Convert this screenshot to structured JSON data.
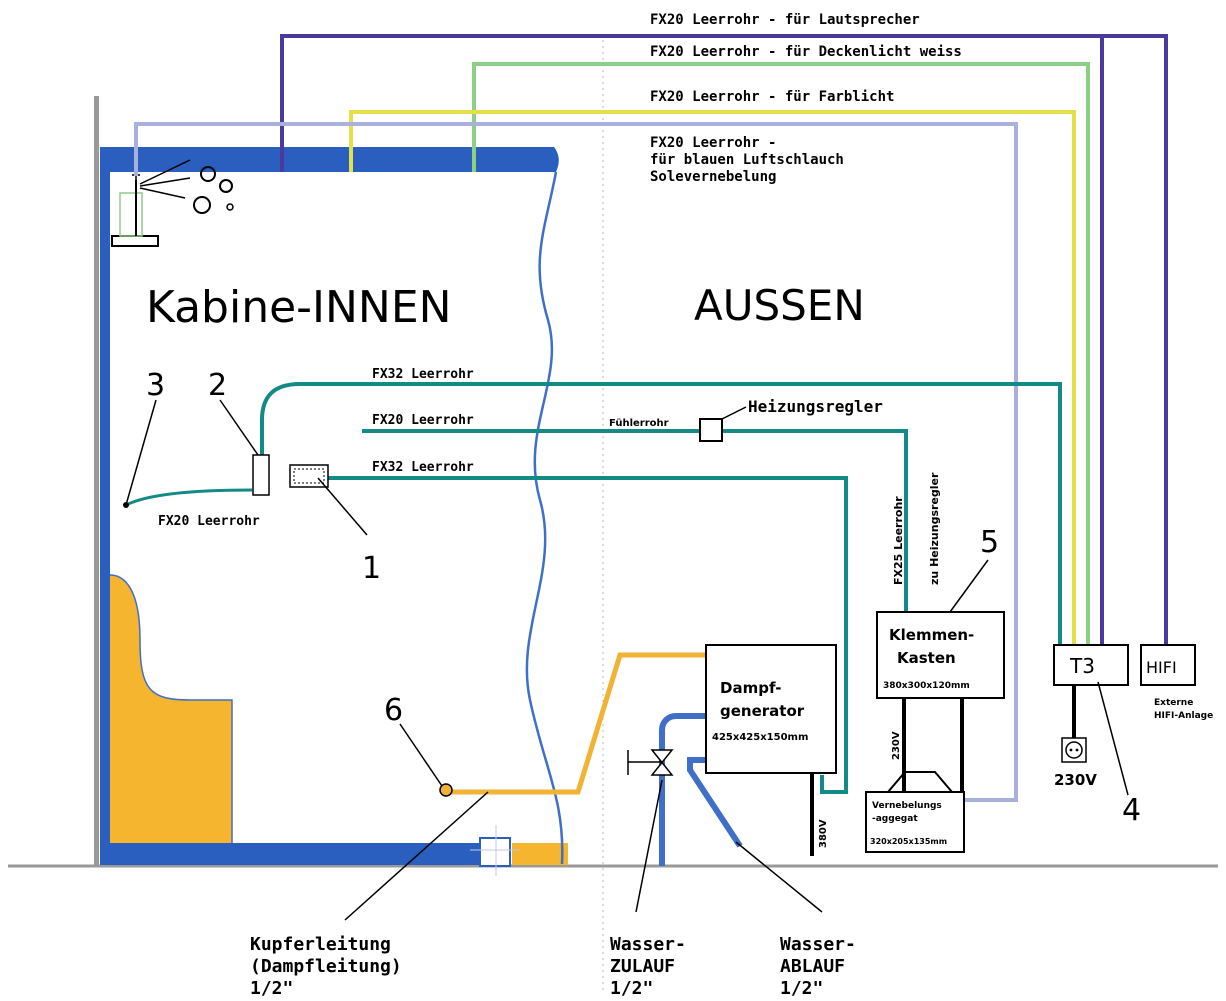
{
  "colors": {
    "wall_blue": "#2a5fbf",
    "pipe_blue": "#3f6fc8",
    "teal": "#148a86",
    "speaker_purple": "#4a3aa0",
    "ceiling_green": "#8dcf85",
    "color_light_yellow": "#e3e04a",
    "air_hose_lavender": "#a9b0db",
    "copper_orange": "#f2b233",
    "bench_orange": "#f5b52e",
    "floor_gray": "#999999"
  },
  "labels": {
    "inside": "Kabine-INNEN",
    "outside": "AUSSEN",
    "conduit_speaker": "FX20 Leerrohr - für Lautsprecher",
    "conduit_ceiling": "FX20 Leerrohr - für Deckenlicht weiss",
    "conduit_color": "FX20 Leerrohr - für Farblicht",
    "conduit_air_1": "FX20 Leerrohr -",
    "conduit_air_2": "für blauen Luftschlauch",
    "conduit_air_3": "Solevernebelung",
    "fx32_top": "FX32 Leerrohr",
    "fx20_mid": "FX20 Leerrohr",
    "fx32_low": "FX32 Leerrohr",
    "fx20_low": "FX20 Leerrohr",
    "sensor_tube": "Fühlerrohr",
    "heater_controller": "Heizungsregler",
    "fx25_1": "FX25 Leerrohr",
    "fx25_2": "zu Heizungsregler",
    "terminal_box_1": "Klemmen-",
    "terminal_box_2": "Kasten",
    "terminal_box_dims": "380x300x120mm",
    "steam_gen_1": "Dampf-",
    "steam_gen_2": "generator",
    "steam_gen_dims": "425x425x150mm",
    "mist_unit_1": "Vernebelungs",
    "mist_unit_2": "-aggegat",
    "mist_unit_dims": "320x205x135mm",
    "t3": "T3",
    "hifi": "HIFI",
    "hifi_ext_1": "Externe",
    "hifi_ext_2": "HIFI-Anlage",
    "v230_socket": "230V",
    "v230_box": "230V",
    "v380": "380V",
    "copper_1": "Kupferleitung",
    "copper_2": "(Dampfleitung)",
    "copper_3": "1/2\"",
    "inlet_1": "Wasser-",
    "inlet_2": "ZULAUF",
    "inlet_3": "1/2\"",
    "drain_1": "Wasser-",
    "drain_2": "ABLAUF",
    "drain_3": "1/2\"",
    "num_1": "1",
    "num_2": "2",
    "num_3": "3",
    "num_4": "4",
    "num_5": "5",
    "num_6": "6"
  }
}
